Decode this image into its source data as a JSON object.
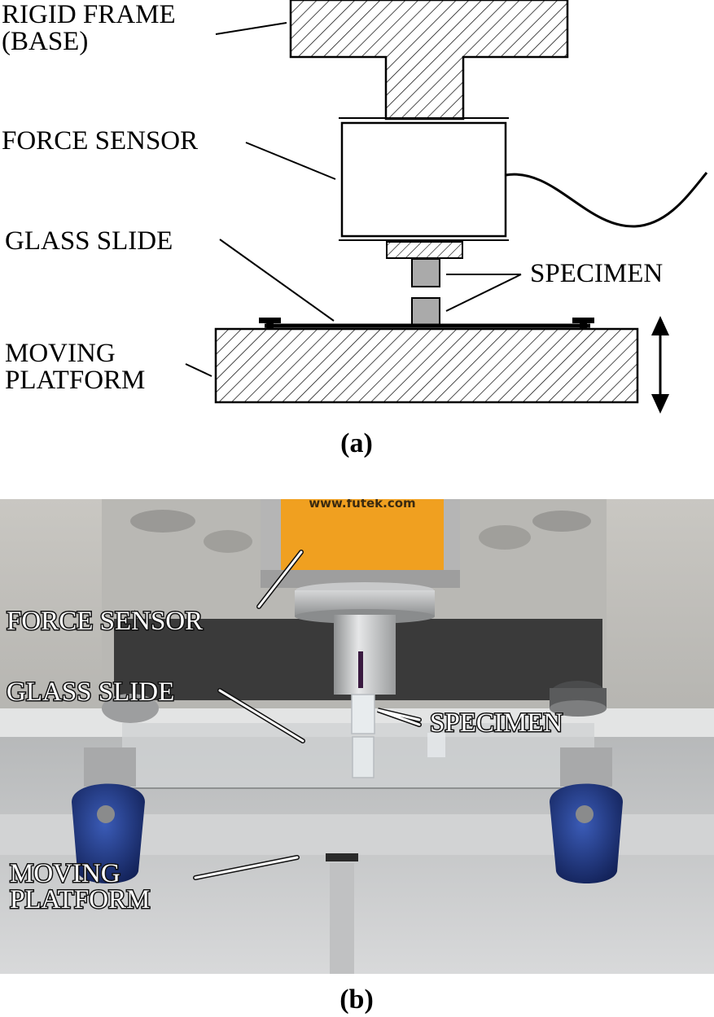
{
  "diagram": {
    "labels": {
      "rigid_frame_line1": "RIGID FRAME",
      "rigid_frame_line2": "(BASE)",
      "force_sensor": "FORCE SENSOR",
      "glass_slide": "GLASS SLIDE",
      "specimen": "SPECIMEN",
      "moving_platform_line1": "MOVING",
      "moving_platform_line2": "PLATFORM"
    },
    "caption": "(a)"
  },
  "photo": {
    "brand_text": "www.futek.com",
    "labels": {
      "force_sensor": "FORCE SENSOR",
      "glass_slide": "GLASS SLIDE",
      "specimen": "SPECIMEN",
      "moving_platform_line1": "MOVING",
      "moving_platform_line2": "PLATFORM"
    },
    "caption": "(b)"
  },
  "colors": {
    "accent_orange": "#f0a020",
    "specimen_gray": "#aaaaaa",
    "connector_blue": "#1d3a8a"
  }
}
